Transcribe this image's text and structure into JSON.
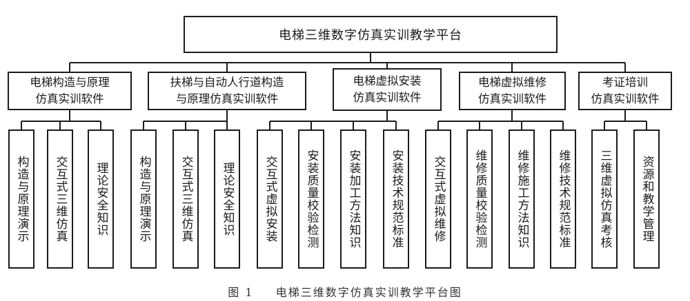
{
  "root": {
    "label": "电梯三维数字仿真实训教学平台"
  },
  "categories": [
    {
      "label": "电梯构造与原理\n仿真实训软件",
      "children": [
        "构造与原理演示",
        "交互式三维仿真",
        "理论安全知识"
      ]
    },
    {
      "label": "扶梯与自动人行道构造\n与原理仿真实训软件",
      "children": [
        "构造与原理演示",
        "交互式三维仿真",
        "理论安全知识"
      ]
    },
    {
      "label": "电梯虚拟安装\n仿真实训软件",
      "children": [
        "交互式虚拟安装",
        "安装质量校验检测",
        "安装加工方法知识",
        "安装技术规范标准"
      ]
    },
    {
      "label": "电梯虚拟维修\n仿真实训软件",
      "children": [
        "交互式虚拟维修",
        "维修质量校验检测",
        "维修施工方法知识",
        "维修技术规范标准"
      ]
    },
    {
      "label": "考证培训\n仿真实训软件",
      "children": [
        "三维虚拟仿真考核",
        "资源和教学管理"
      ]
    }
  ],
  "caption": {
    "figure_no": "图 1",
    "text": "电梯三维数字仿真实训教学平台图"
  }
}
